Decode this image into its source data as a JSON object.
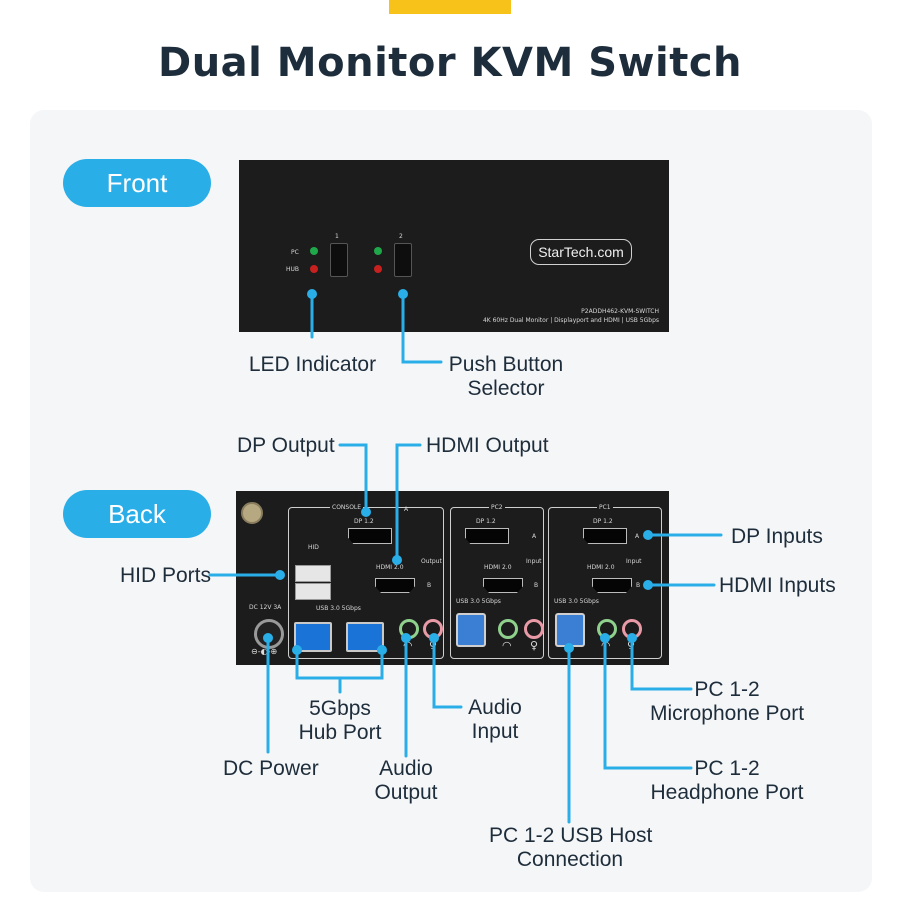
{
  "title": "Dual Monitor KVM Switch",
  "colors": {
    "accent": "#2aaee8",
    "brand_bar": "#f7c21a",
    "device": "#1c1c1d"
  },
  "front": {
    "pill": "Front",
    "led_labels": [
      "PC",
      "HUB"
    ],
    "button_numbers": [
      "1",
      "2"
    ],
    "logo": "StarTech.com",
    "model": "P2ADDH462-KVM-SWITCH",
    "desc": "4K 60Hz Dual Monitor | Displayport and HDMI | USB 5Gbps",
    "callouts": {
      "led": "LED Indicator",
      "push_line1": "Push Button",
      "push_line2": "Selector"
    }
  },
  "back": {
    "pill": "Back",
    "group_labels": {
      "console": "CONSOLE",
      "pc2": "PC2",
      "pc1": "PC1"
    },
    "port_text": {
      "dp": "DP 1.2",
      "hdmi": "HDMI 2.0",
      "usb": "USB 3.0 5Gbps",
      "hid": "HID",
      "dc": "DC 12V 3A",
      "output": "Output",
      "input": "Input",
      "a": "A",
      "b": "B"
    },
    "callouts": {
      "dp_output": "DP Output",
      "hdmi_output": "HDMI Output",
      "hid_ports": "HID Ports",
      "dp_inputs": "DP Inputs",
      "hdmi_inputs": "HDMI Inputs",
      "hub_line1": "5Gbps",
      "hub_line2": "Hub Port",
      "audio_in_line1": "Audio",
      "audio_in_line2": "Input",
      "dc_power": "DC Power",
      "audio_out_line1": "Audio",
      "audio_out_line2": "Output",
      "mic_line1": "PC 1-2",
      "mic_line2": "Microphone Port",
      "hp_line1": "PC 1-2",
      "hp_line2": "Headphone Port",
      "usb_host_line1": "PC 1-2 USB Host",
      "usb_host_line2": "Connection"
    }
  }
}
